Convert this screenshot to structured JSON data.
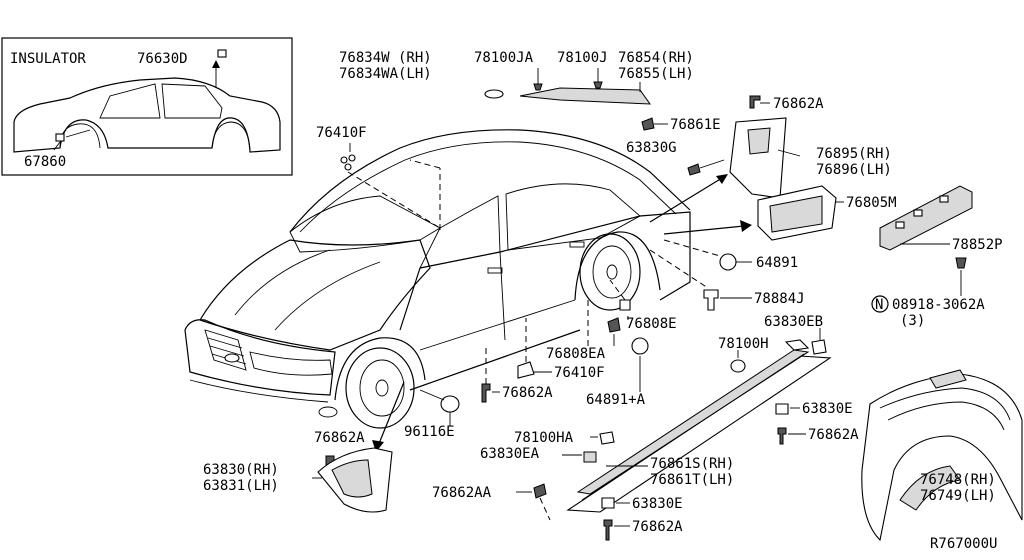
{
  "inset": {
    "title": "INSULATOR",
    "part_top": "76630D",
    "part_bottom": "67860"
  },
  "labels": {
    "l76834w": "76834W (RH)",
    "l76834wa": "76834WA(LH)",
    "l78100ja": "78100JA",
    "l78100j": "78100J",
    "l76854": "76854(RH)",
    "l76855": "76855(LH)",
    "l76862a_top": "76862A",
    "l76861e": "76861E",
    "l76410f_top": "76410F",
    "l63830g": "63830G",
    "l76895": "76895(RH)",
    "l76896": "76896(LH)",
    "l76805m": "76805M",
    "l78852p": "78852P",
    "l64891": "64891",
    "l78884j": "78884J",
    "l08918": "08918-3062A",
    "l08918_qty": "(3)",
    "l08918_sym": "N",
    "l76808e": "76808E",
    "l63830eb": "63830EB",
    "l78100h": "78100H",
    "l76808ea": "76808EA",
    "l76410f_mid": "76410F",
    "l64891a": "64891+A",
    "l76862a_mid": "76862A",
    "l96116e": "96116E",
    "l76862a_left": "76862A",
    "l63830e_r": "63830E",
    "l76862a_r": "76862A",
    "l63830rh": "63830(RH)",
    "l63831lh": "63831(LH)",
    "l78100ha": "78100HA",
    "l63830ea": "63830EA",
    "l76861s": "76861S(RH)",
    "l76861t": "76861T(LH)",
    "l76748": "76748(RH)",
    "l76749": "76749(LH)",
    "l76862aa": "76862AA",
    "l63830e_b": "63830E",
    "l76862a_b": "76862A",
    "ref": "R767000U"
  }
}
